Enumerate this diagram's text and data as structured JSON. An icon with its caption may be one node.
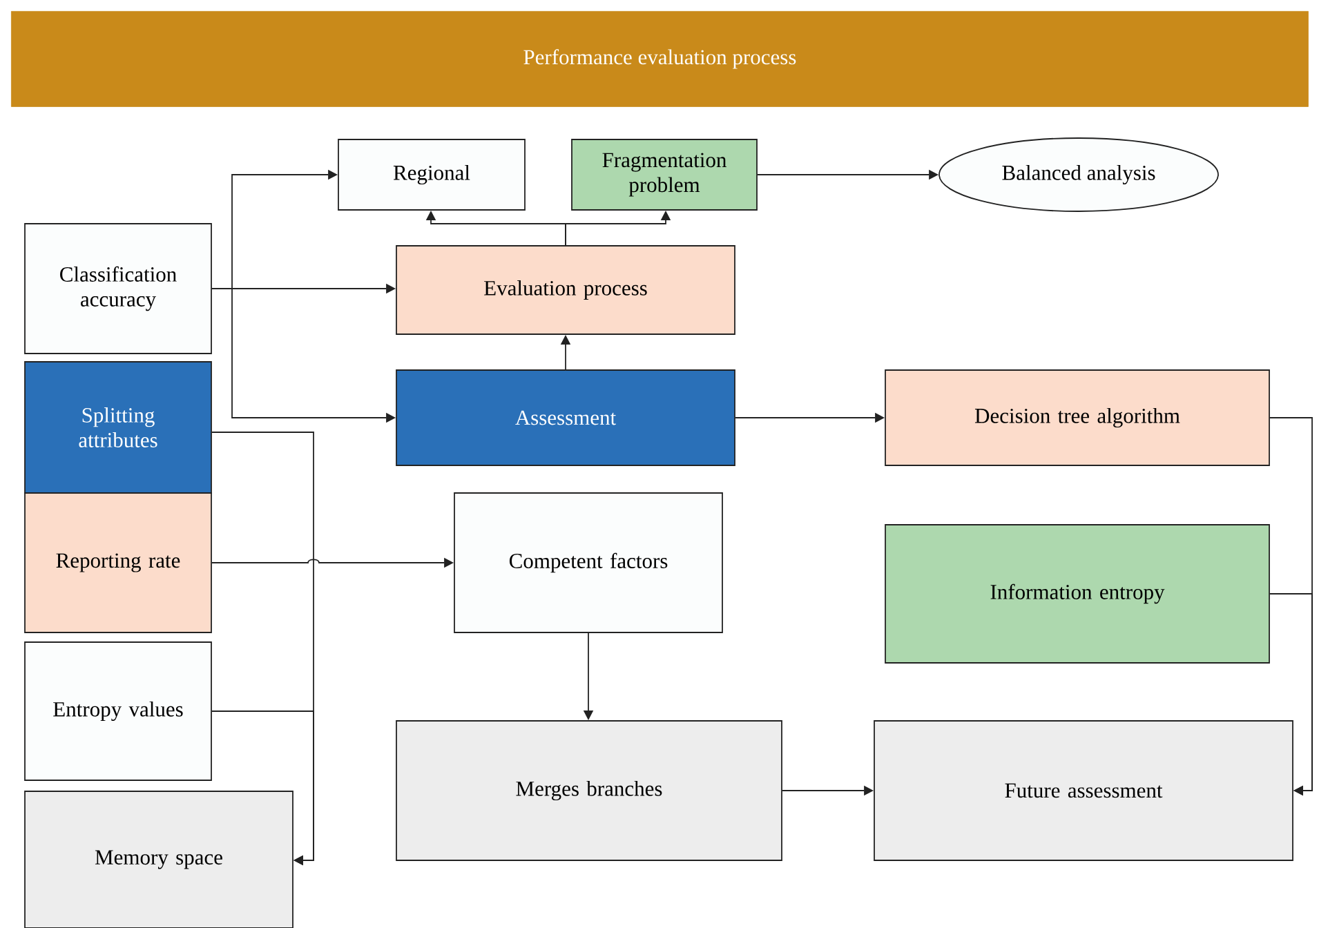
{
  "diagram": {
    "title": "Performance evaluation process",
    "nodes": [
      {
        "text": [
          "Regional"
        ]
      },
      {
        "text": [
          "Fragmentation problem"
        ]
      },
      {
        "text": [
          "Balanced analysis"
        ]
      },
      {
        "text": [
          "Classification accuracy"
        ]
      },
      {
        "text": [
          "Evaluation process"
        ]
      },
      {
        "text": [
          "Splitting attributes"
        ]
      },
      {
        "text": [
          "Assessment"
        ]
      },
      {
        "text": [
          "Decision tree algorithm"
        ]
      },
      {
        "text": [
          "Reporting rate"
        ]
      },
      {
        "text": [
          "Competent factors"
        ]
      },
      {
        "text": [
          "Information entropy"
        ]
      },
      {
        "text": [
          "Entropy values"
        ]
      },
      {
        "text": [
          "Merges branches"
        ]
      },
      {
        "text": [
          "Future assessment"
        ]
      },
      {
        "text": [
          "Memory space"
        ]
      }
    ],
    "edges": [
      {
        "from": 3,
        "to": 0,
        "arrow": "to"
      },
      {
        "from": 3,
        "to": 4,
        "arrow": "to"
      },
      {
        "from": 3,
        "to": 6,
        "arrow": "to"
      },
      {
        "from": 4,
        "to": 0,
        "arrow": "to"
      },
      {
        "from": 4,
        "to": 1,
        "arrow": "to"
      },
      {
        "from": 1,
        "to": 2,
        "arrow": "to"
      },
      {
        "from": 6,
        "to": 4,
        "arrow": "to"
      },
      {
        "from": 6,
        "to": 7,
        "arrow": "to"
      },
      {
        "from": 5,
        "to": 14,
        "arrow": "to"
      },
      {
        "from": 11,
        "to": 14,
        "arrow": "to"
      },
      {
        "from": 8,
        "to": 9,
        "arrow": "to"
      },
      {
        "from": 9,
        "to": 12,
        "arrow": "to"
      },
      {
        "from": 12,
        "to": 13,
        "arrow": "to"
      },
      {
        "from": 7,
        "to": 13,
        "arrow": "to"
      },
      {
        "from": 10,
        "to": 13,
        "arrow": "to"
      }
    ]
  }
}
